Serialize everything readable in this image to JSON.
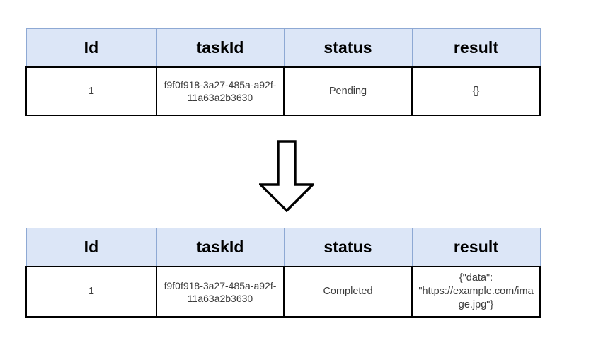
{
  "page": {
    "background_color": "#ffffff",
    "title": "Task status transition diagram"
  },
  "style": {
    "header_fill": "#dce6f7",
    "header_border": "#8ea9d4",
    "body_border": "#000000",
    "body_text_color": "#3c3c3c",
    "header_text_color": "#000000",
    "arrow_stroke": "#000000",
    "arrow_fill": "#ffffff"
  },
  "columns": [
    {
      "key": "id",
      "label": "Id"
    },
    {
      "key": "taskId",
      "label": "taskId"
    },
    {
      "key": "status",
      "label": "status"
    },
    {
      "key": "result",
      "label": "result"
    }
  ],
  "tables": [
    {
      "name": "before-table",
      "headers": [
        "Id",
        "taskId",
        "status",
        "result"
      ],
      "rows": [
        {
          "id": "1",
          "taskId": "f9f0f918-3a27-485a-a92f-11a63a2b3630",
          "status": "Pending",
          "result": "{}"
        }
      ]
    },
    {
      "name": "after-table",
      "headers": [
        "Id",
        "taskId",
        "status",
        "result"
      ],
      "rows": [
        {
          "id": "1",
          "taskId": "f9f0f918-3a27-485a-a92f-11a63a2b3630",
          "status": "Completed",
          "result": "{\"data\": \"https://example.com/image.jpg\"}"
        }
      ]
    }
  ],
  "arrow": {
    "name": "down-arrow",
    "direction": "down",
    "label": ""
  }
}
